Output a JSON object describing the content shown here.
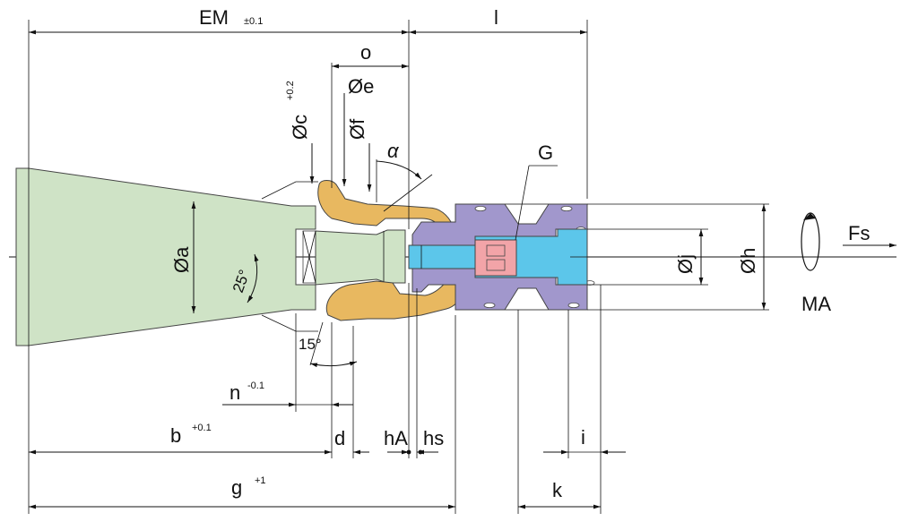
{
  "labels": {
    "em": "EM",
    "em_tol": "±0.1",
    "l": "l",
    "o": "o",
    "c": "Øc",
    "c_tol": "+0.2",
    "e": "Øe",
    "f": "Øf",
    "alpha": "α",
    "g_upper": "G",
    "a": "Øa",
    "angle25": "25°",
    "angle15": "15°",
    "j": "Øj",
    "h": "Øh",
    "fs": "Fs",
    "ma": "MA",
    "n": "n",
    "n_tol": "-0.1",
    "b": "b",
    "b_tol": "+0.1",
    "d": "d",
    "ha": "hA",
    "hs": "hs",
    "i": "i",
    "g": "g",
    "g_tol": "+1",
    "k": "k"
  },
  "colors": {
    "cone": "#cfe3c6",
    "gripper": "#e8b860",
    "body": "#a197cc",
    "piston": "#5cc6ea",
    "spring": "#f2a4a8"
  }
}
